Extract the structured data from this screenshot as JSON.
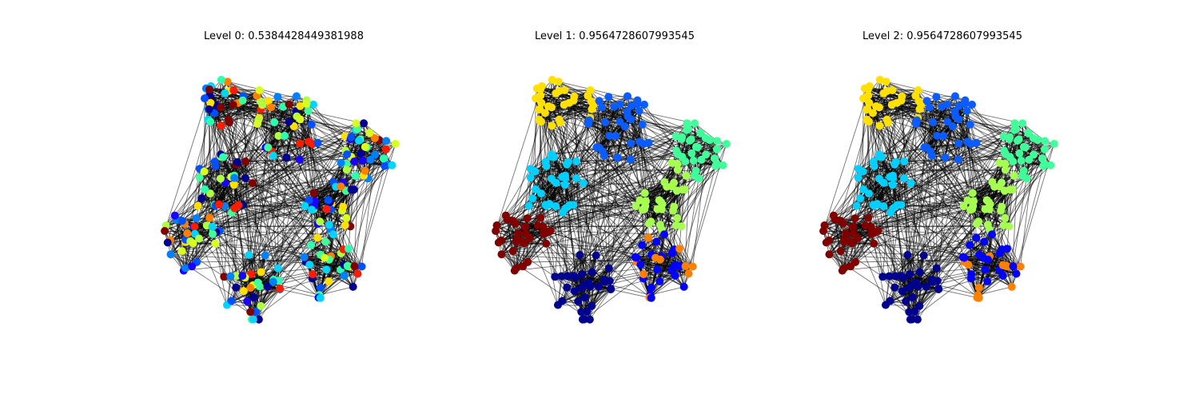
{
  "figure": {
    "panels": [
      {
        "title": "Level 0: 0.5384428449381988",
        "coloring": "mixed",
        "palette": [
          "#1a00ff",
          "#0080ff",
          "#00d4ff",
          "#40ff9a",
          "#b0ff40",
          "#ffe000",
          "#ff8000",
          "#ff1a00",
          "#800000",
          "#00008f",
          "#0050ff",
          "#2dffb0",
          "#d8ff20"
        ]
      },
      {
        "title": "Level 1: 0.9564728607993545",
        "coloring": "community",
        "palette": [
          "#ffe000",
          "#0a5cff",
          "#40ff9a",
          "#00d0ff",
          "#a6ff50",
          "#800000",
          "#00008f",
          "#0000ff",
          "#ff8000",
          "#ff1a00"
        ]
      },
      {
        "title": "Level 2: 0.9564728607993545",
        "coloring": "community",
        "palette": [
          "#ffe000",
          "#0a5cff",
          "#40ff9a",
          "#00d0ff",
          "#a6ff50",
          "#800000",
          "#00008f",
          "#0000ff",
          "#ff8000",
          "#ff1a00"
        ]
      }
    ],
    "edge_color": "#000000",
    "background": "#ffffff"
  }
}
